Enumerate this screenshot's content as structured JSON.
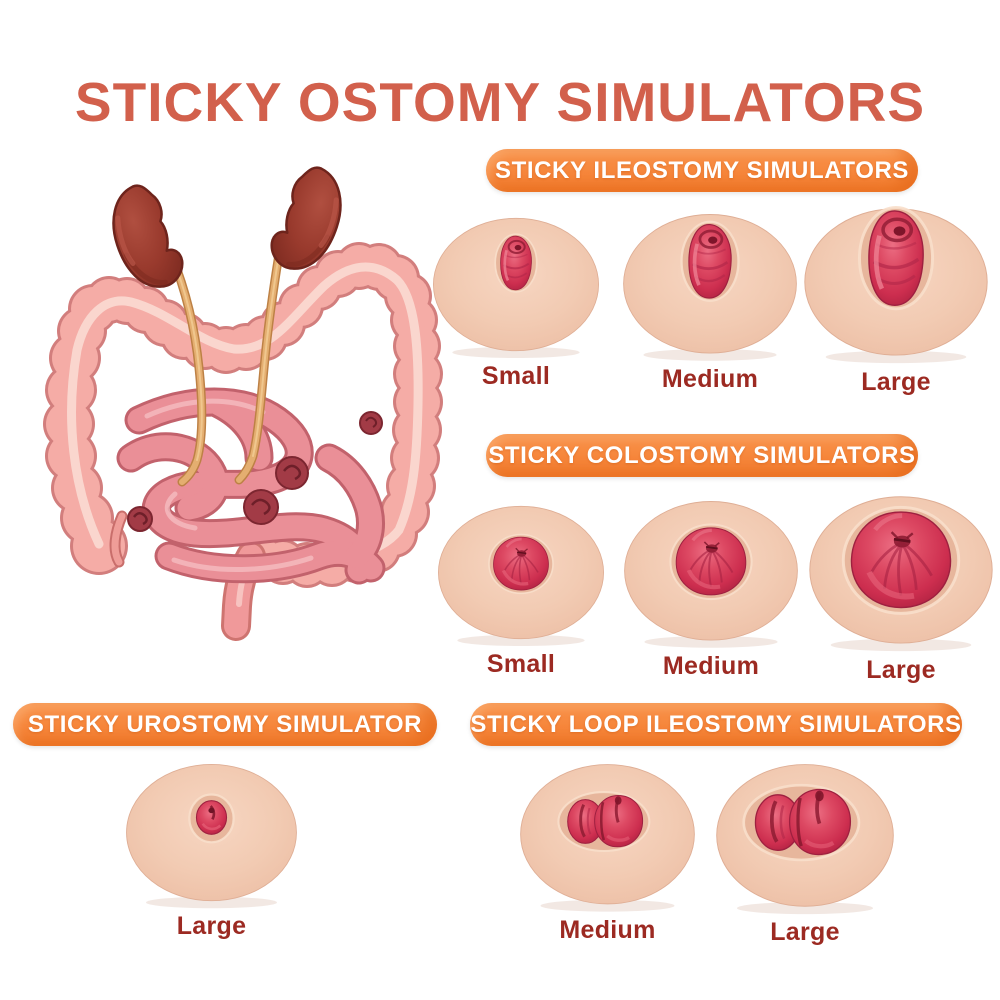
{
  "title": {
    "text": "STICKY OSTOMY SIMULATORS"
  },
  "colors": {
    "title": "#d2604c",
    "accent_orange": "#f6863b",
    "accent_orange_dark": "#ed7321",
    "header_text": "#ffffff",
    "size_label": "#9c2a22",
    "skin": "#f1c9b2",
    "stoma_red": "#cd2e4f"
  },
  "illustration": {
    "description": "intestines with kidneys and ureters"
  },
  "sections": [
    {
      "id": "ileostomy",
      "header": "STICKY ILEOSTOMY SIMULATORS",
      "items": [
        {
          "size": "Small"
        },
        {
          "size": "Medium"
        },
        {
          "size": "Large"
        }
      ]
    },
    {
      "id": "colostomy",
      "header": "STICKY COLOSTOMY SIMULATORS",
      "items": [
        {
          "size": "Small"
        },
        {
          "size": "Medium"
        },
        {
          "size": "Large"
        }
      ]
    },
    {
      "id": "urostomy",
      "header": "STICKY UROSTOMY SIMULATOR",
      "items": [
        {
          "size": "Large"
        }
      ]
    },
    {
      "id": "loop_ileostomy",
      "header": "STICKY LOOP ILEOSTOMY SIMULATORS",
      "items": [
        {
          "size": "Medium"
        },
        {
          "size": "Large"
        }
      ]
    }
  ]
}
